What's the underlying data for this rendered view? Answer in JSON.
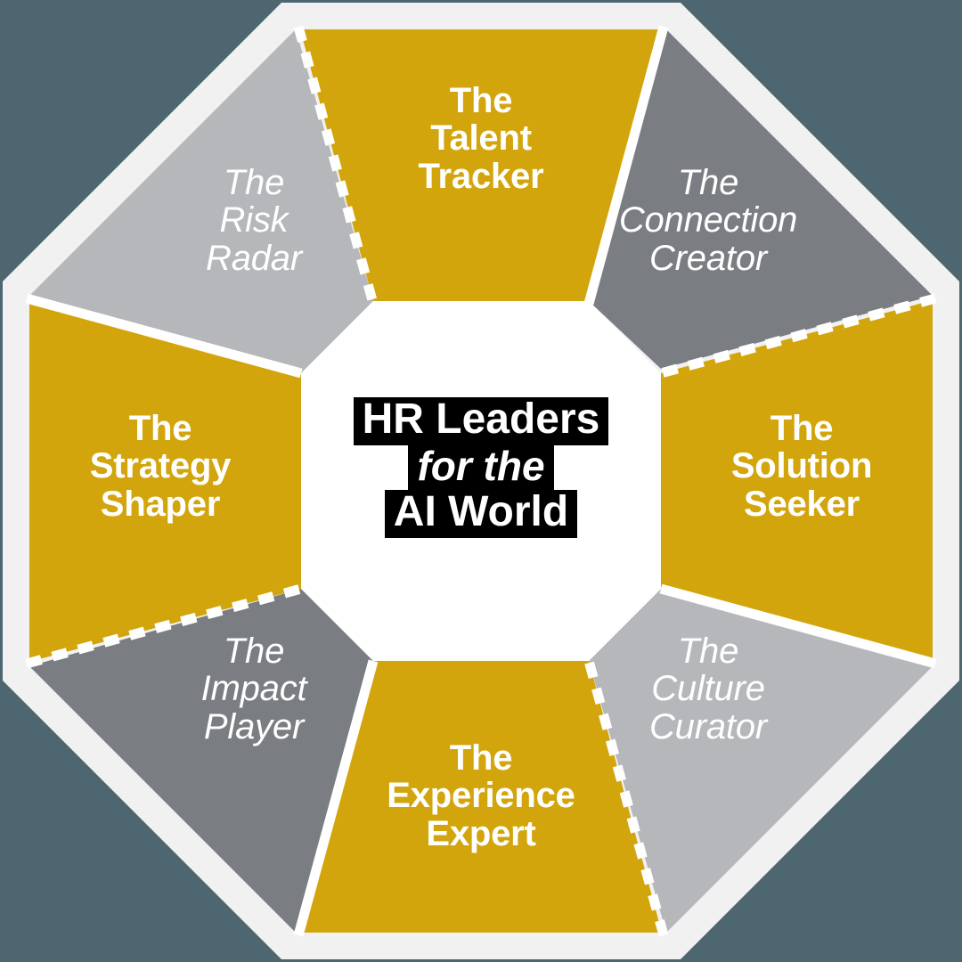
{
  "graphic": {
    "type": "octagon-wheel-diagram",
    "title": "HR Leaders for the AI World",
    "background_color": "#4d666f",
    "frame_color": "#f1f1f1",
    "hub_color": "#ffffff",
    "palette": {
      "gold": "#d3a50d",
      "dark_gray": "#7a7d81",
      "light_gray": "#b5b7bb",
      "highlight_background": "#000000",
      "label_text": "#ffffff"
    }
  },
  "center": {
    "line1": "HR Leaders",
    "line2": "for the",
    "line3": "AI World"
  },
  "segments": [
    {
      "position": "top",
      "label": "The\nTalent\nTracker",
      "color": "#d3a50d",
      "style": "bold"
    },
    {
      "position": "top-right",
      "label": "The\nConnection\nCreator",
      "color": "#7a7d81",
      "style": "italic"
    },
    {
      "position": "right",
      "label": "The\nSolution\nSeeker",
      "color": "#d3a50d",
      "style": "bold"
    },
    {
      "position": "bottom-right",
      "label": "The\nCulture\nCurator",
      "color": "#b5b7bb",
      "style": "italic"
    },
    {
      "position": "bottom",
      "label": "The\nExperience\nExpert",
      "color": "#d3a50d",
      "style": "bold"
    },
    {
      "position": "bottom-left",
      "label": "The\nImpact\nPlayer",
      "color": "#7a7d81",
      "style": "italic"
    },
    {
      "position": "left",
      "label": "The\nStrategy\nShaper",
      "color": "#d3a50d",
      "style": "bold"
    },
    {
      "position": "top-left",
      "label": "The\nRisk\nRadar",
      "color": "#b5b7bb",
      "style": "italic"
    }
  ]
}
